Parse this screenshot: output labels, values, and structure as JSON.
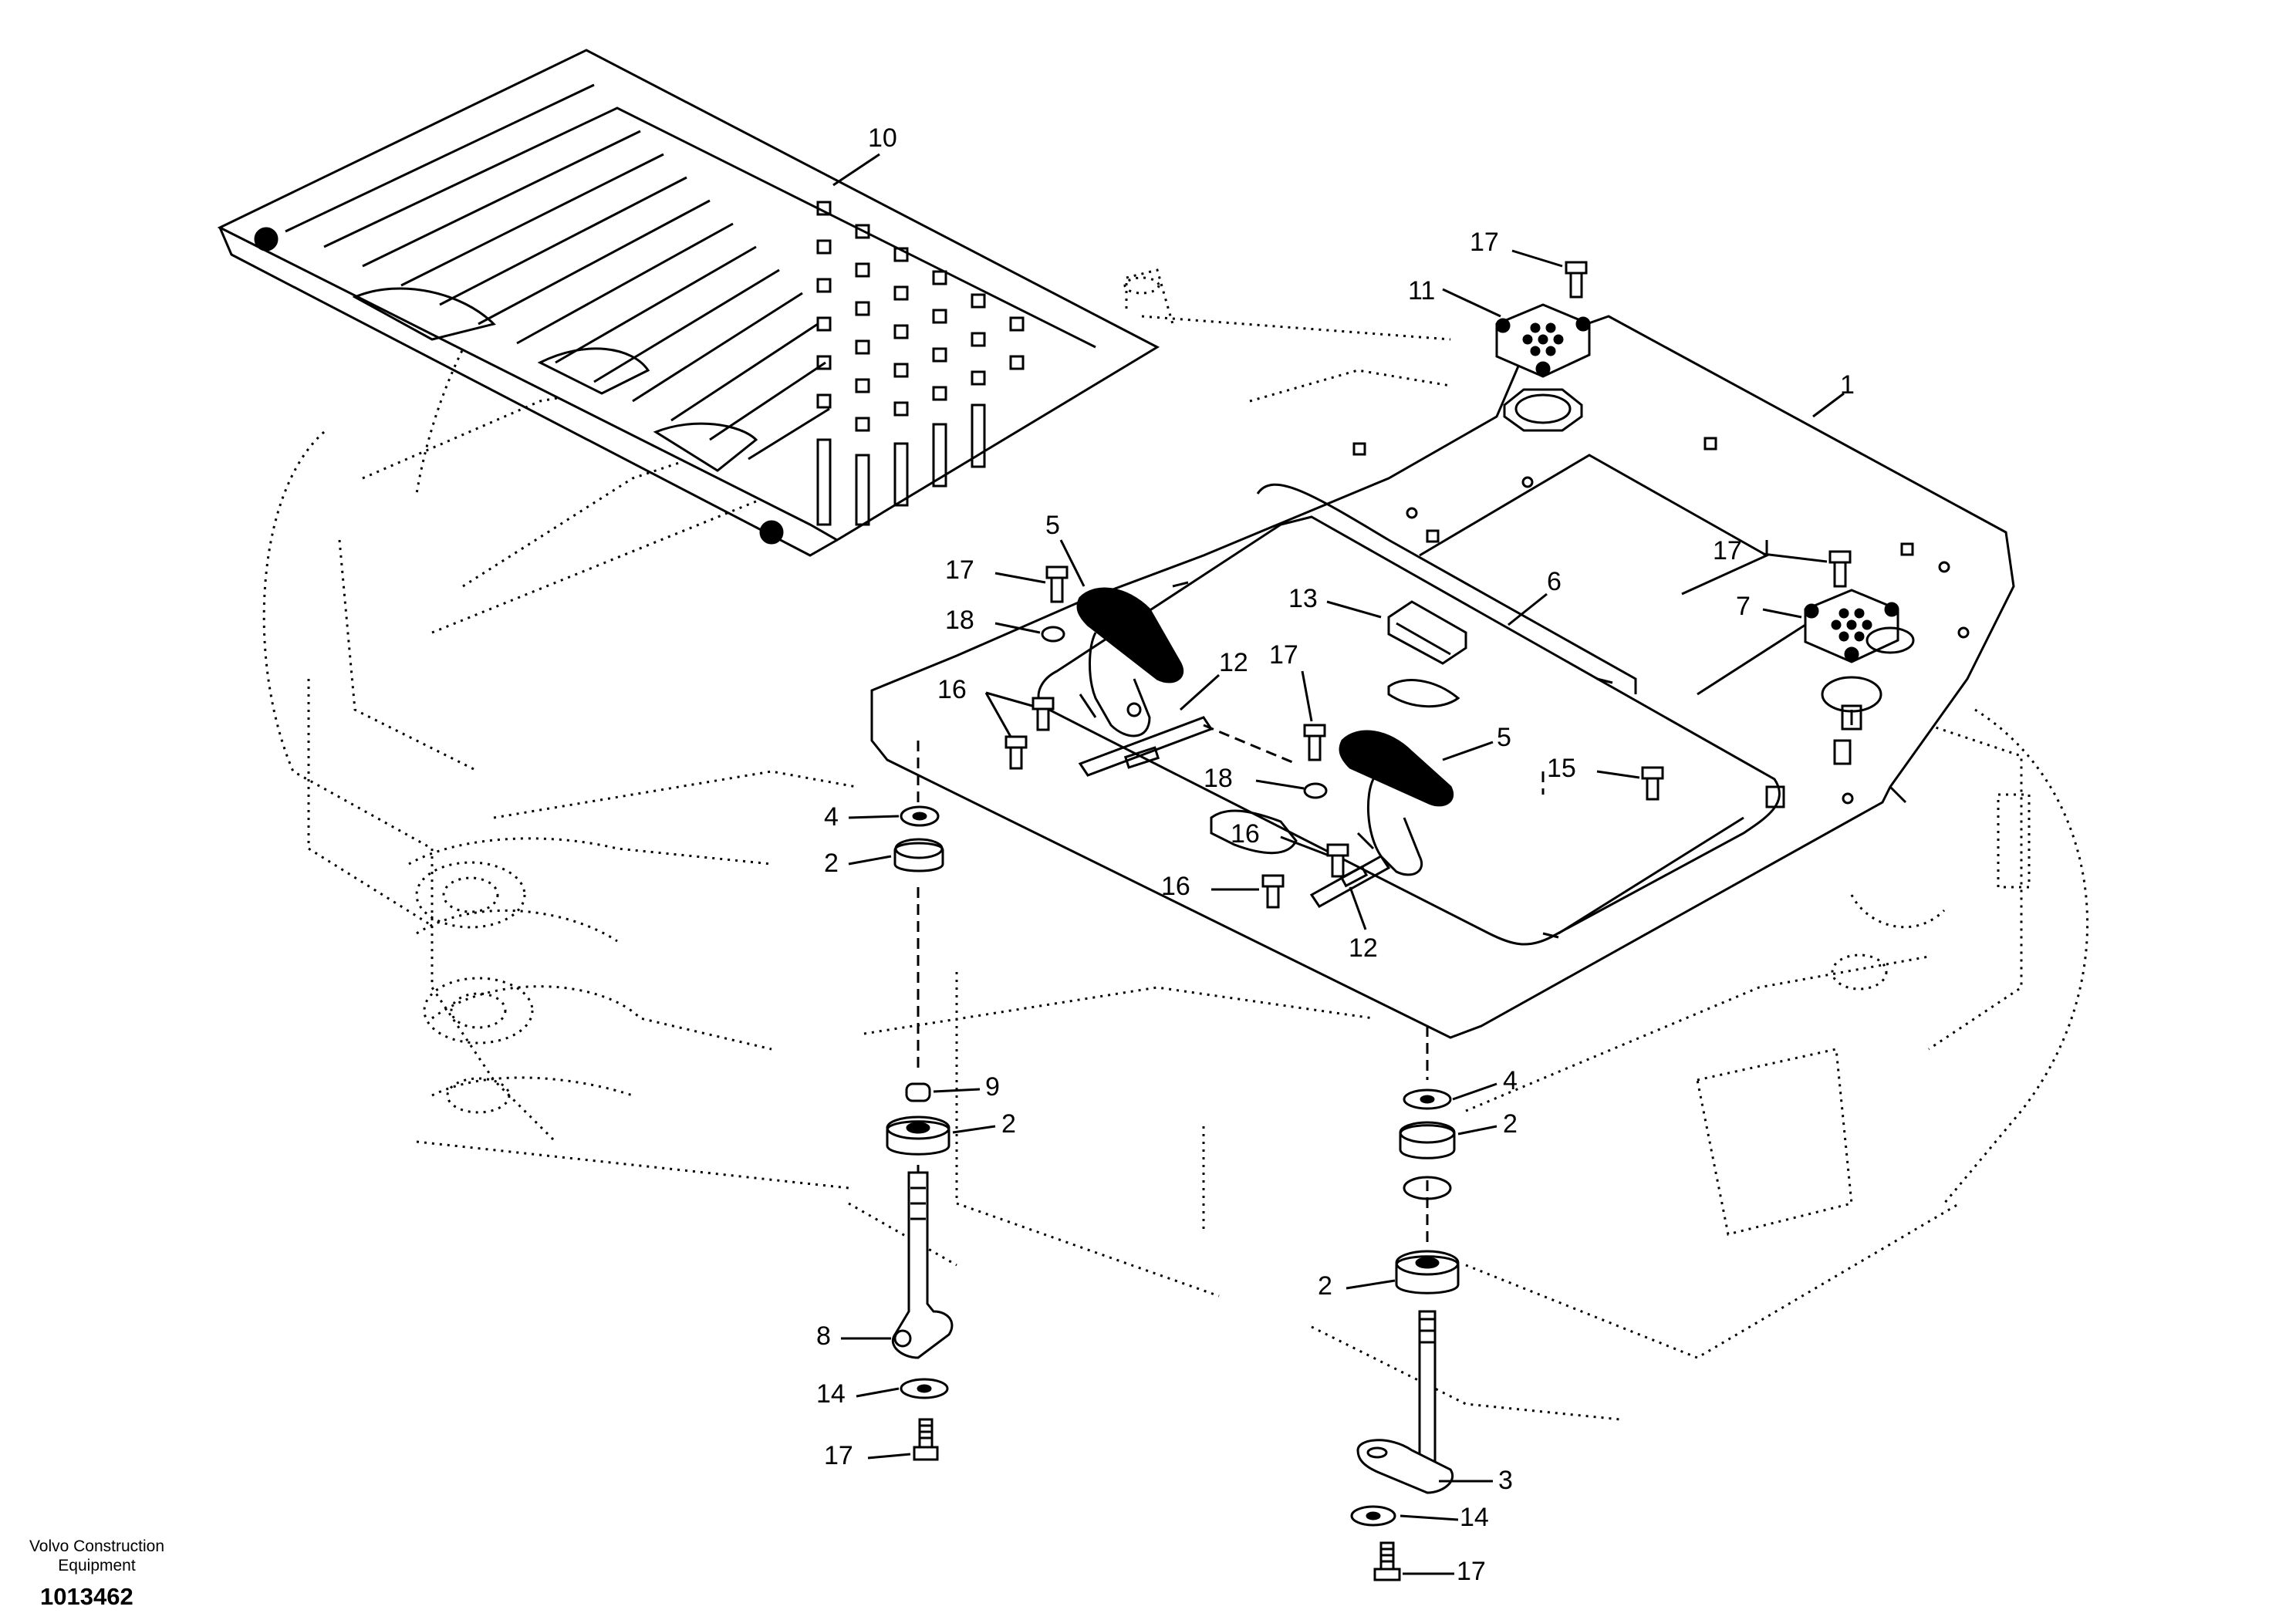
{
  "footer": {
    "brand_line1": "Volvo Construction",
    "brand_line2": "Equipment",
    "document_number": "1013462"
  },
  "callouts": [
    {
      "id": "c10",
      "label": "10"
    },
    {
      "id": "c17a",
      "label": "17"
    },
    {
      "id": "c11",
      "label": "11"
    },
    {
      "id": "c1",
      "label": "1"
    },
    {
      "id": "c5a",
      "label": "5"
    },
    {
      "id": "c17b",
      "label": "17"
    },
    {
      "id": "c18a",
      "label": "18"
    },
    {
      "id": "c13",
      "label": "13"
    },
    {
      "id": "c6",
      "label": "6"
    },
    {
      "id": "c17c",
      "label": "17"
    },
    {
      "id": "c7",
      "label": "7"
    },
    {
      "id": "c12a",
      "label": "12"
    },
    {
      "id": "c17d",
      "label": "17"
    },
    {
      "id": "c16a",
      "label": "16"
    },
    {
      "id": "c5b",
      "label": "5"
    },
    {
      "id": "c15",
      "label": "15"
    },
    {
      "id": "c18b",
      "label": "18"
    },
    {
      "id": "c4a",
      "label": "4"
    },
    {
      "id": "c2a",
      "label": "2"
    },
    {
      "id": "c16b",
      "label": "16"
    },
    {
      "id": "c16c",
      "label": "16"
    },
    {
      "id": "c12b",
      "label": "12"
    },
    {
      "id": "c9",
      "label": "9"
    },
    {
      "id": "c2b",
      "label": "2"
    },
    {
      "id": "c4b",
      "label": "4"
    },
    {
      "id": "c2c",
      "label": "2"
    },
    {
      "id": "c2d",
      "label": "2"
    },
    {
      "id": "c8",
      "label": "8"
    },
    {
      "id": "c14a",
      "label": "14"
    },
    {
      "id": "c17e",
      "label": "17"
    },
    {
      "id": "c3",
      "label": "3"
    },
    {
      "id": "c14b",
      "label": "14"
    },
    {
      "id": "c17f",
      "label": "17"
    }
  ]
}
